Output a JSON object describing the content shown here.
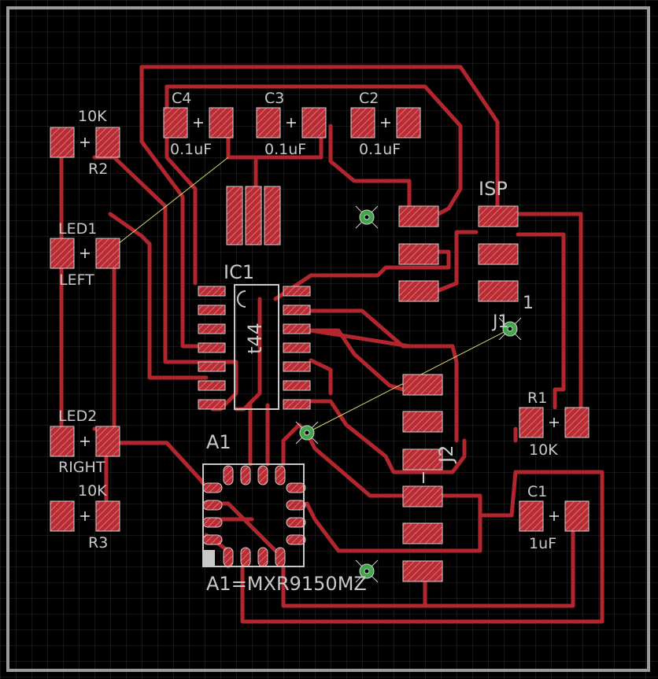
{
  "colors": {
    "background": "#000000",
    "grid": "#2b2b2b",
    "trace": "#b3262e",
    "pad_fill": "#c0333b",
    "silk": "#c8c8c8",
    "via": "#3fa64a",
    "airwire": "#d8d86a"
  },
  "labels": {
    "c4_name": "C4",
    "c4_value": "0.1uF",
    "c3_name": "C3",
    "c3_value": "0.1uF",
    "c2_name": "C2",
    "c2_value": "0.1uF",
    "r2_value": "10K",
    "r2_name": "R2",
    "led1_name": "LED1",
    "led1_value": "LEFT",
    "led2_name": "LED2",
    "led2_value": "RIGHT",
    "r3_value": "10K",
    "r3_name": "R3",
    "ic1_name": "IC1",
    "ic1_value": "t44",
    "isp_name": "ISP",
    "isp_pin1": "1",
    "j1_name": "J1",
    "j2_name": "J2",
    "r1_name": "R1",
    "r1_value": "10K",
    "c1_name": "C1",
    "c1_value": "1uF",
    "a1_name": "A1",
    "a1_value": "A1=MXR9150MZ"
  }
}
